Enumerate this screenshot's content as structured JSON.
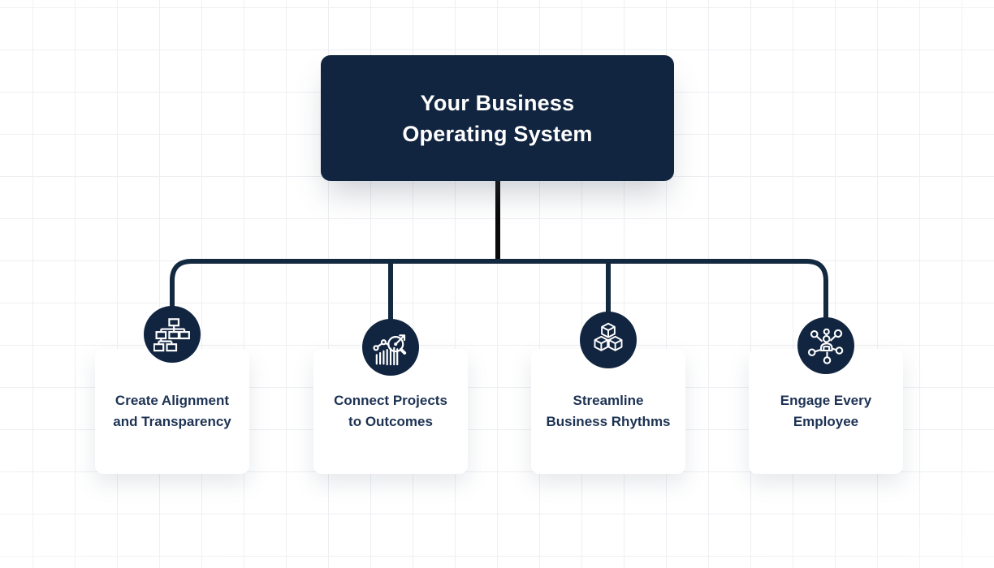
{
  "diagram": {
    "title": "Your Business Operating System",
    "root": {
      "title_line1": "Your Business",
      "title_line2": "Operating System"
    },
    "branches": [
      {
        "label_line1": "Create Alignment",
        "label_line2": "and Transparency",
        "icon": "org-chart-icon"
      },
      {
        "label_line1": "Connect Projects",
        "label_line2": "to Outcomes",
        "icon": "analytics-magnifier-icon"
      },
      {
        "label_line1": "Streamline",
        "label_line2": "Business Rhythms",
        "icon": "stacked-cubes-icon"
      },
      {
        "label_line1": "Engage Every",
        "label_line2": "Employee",
        "icon": "people-network-icon"
      }
    ],
    "colors": {
      "navy": "#122540",
      "connector_navy": "#13293f",
      "trunk_black": "#0a0a0a",
      "card_text": "#1d3253",
      "grid_line": "#edeff2",
      "card_bg": "#ffffff"
    }
  }
}
